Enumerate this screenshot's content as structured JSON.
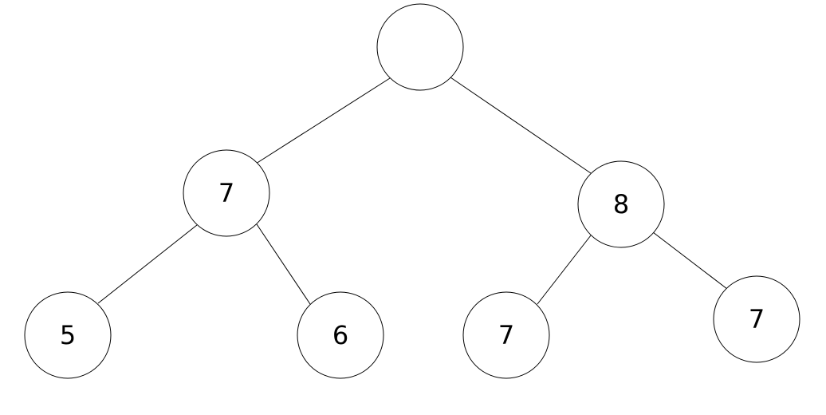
{
  "tree": {
    "nodes": [
      {
        "id": "root",
        "label": ""
      },
      {
        "id": "left-child",
        "label": "7"
      },
      {
        "id": "right-child",
        "label": "8"
      },
      {
        "id": "left-left-leaf",
        "label": "5"
      },
      {
        "id": "left-right-leaf",
        "label": "6"
      },
      {
        "id": "right-left-leaf",
        "label": "7"
      },
      {
        "id": "right-right-leaf",
        "label": "7"
      }
    ],
    "edges": [
      {
        "from": "root",
        "to": "left-child"
      },
      {
        "from": "root",
        "to": "right-child"
      },
      {
        "from": "left-child",
        "to": "left-left-leaf"
      },
      {
        "from": "left-child",
        "to": "left-right-leaf"
      },
      {
        "from": "right-child",
        "to": "right-left-leaf"
      },
      {
        "from": "right-child",
        "to": "right-right-leaf"
      }
    ]
  }
}
